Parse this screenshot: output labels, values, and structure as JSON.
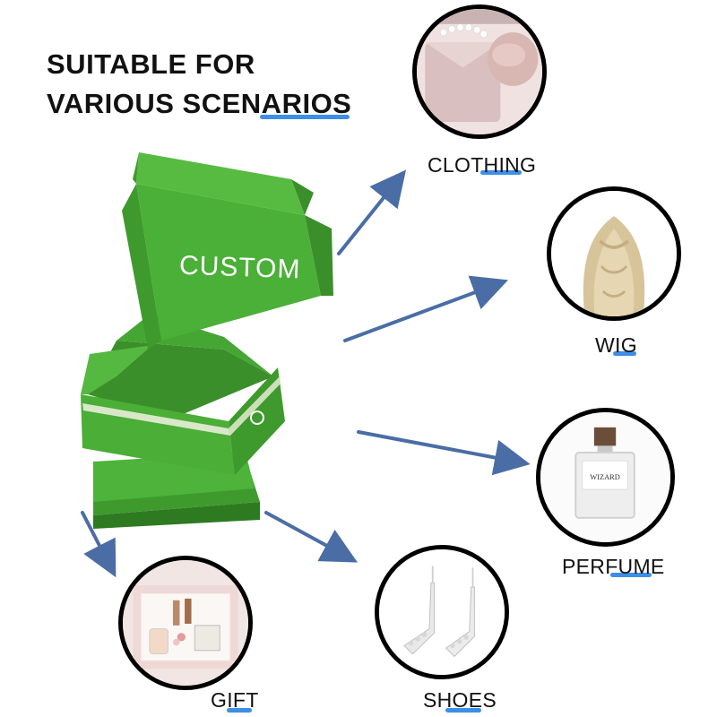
{
  "heading": {
    "line1": "SUITABLE FOR",
    "line2": "VARIOUS SCENARIOS"
  },
  "box_print": "CUSTOM",
  "scenarios": {
    "clothing": "CLOTHING",
    "wig": "WIG",
    "perfume": "PERFUME",
    "shoes": "SHOES",
    "gift": "GIFT"
  },
  "perfume_bottle": {
    "brand": "WIZARD"
  },
  "colors": {
    "box_green": "#4caf3a",
    "arrow_blue": "#4a6da6",
    "accent_blue": "#3d8ee6"
  }
}
